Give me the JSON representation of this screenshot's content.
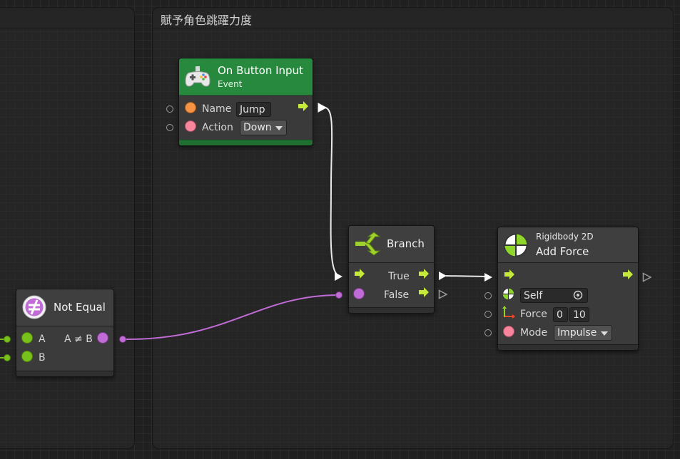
{
  "group": {
    "title": "賦予角色跳躍力度"
  },
  "nodes": {
    "on_button_input": {
      "title": "On Button Input",
      "subtitle": "Event",
      "header_color": "#26893d",
      "name_label": "Name",
      "name_value": "Jump",
      "action_label": "Action",
      "action_value": "Down"
    },
    "branch": {
      "title": "Branch",
      "true_label": "True",
      "false_label": "False"
    },
    "not_equal": {
      "title": "Not Equal",
      "input_a": "A",
      "input_b": "B",
      "output": "A ≠ B"
    },
    "add_force": {
      "category": "Rigidbody 2D",
      "title": "Add Force",
      "target_value": "Self",
      "force_label": "Force",
      "force_x": "0",
      "force_y": "10",
      "mode_label": "Mode",
      "mode_value": "Impulse"
    }
  },
  "colors": {
    "flow": "#c6ea3c",
    "bool": "#c06bd6",
    "string": "#f59243",
    "enum": "#f8859c",
    "vector": "#78c01a"
  }
}
